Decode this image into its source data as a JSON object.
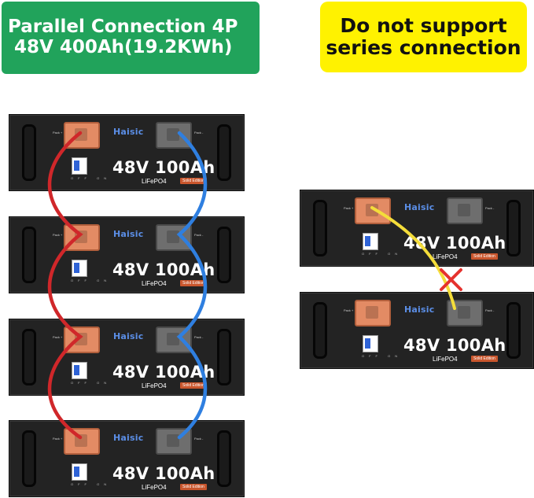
{
  "header": {
    "title_line1": "Parallel Connection 4P",
    "title_line2": "48V 400Ah(19.2KWh)"
  },
  "warning": {
    "line1": "Do not support",
    "line2": "series connection"
  },
  "battery": {
    "brand": "Haisic",
    "model": "48V 100Ah",
    "chemistry": "LiFePO4",
    "edition": "Solid Edition",
    "pack_pos": "Pack +",
    "pack_neg": "Pack -",
    "switch_label": "OFF ON"
  },
  "colors": {
    "header_bg": "#21a35b",
    "warning_bg": "#fff200",
    "positive_cable": "#d0272a",
    "negative_cable": "#2f7fe0",
    "series_cable": "#f4dd3a",
    "x_mark": "#e5322e"
  }
}
